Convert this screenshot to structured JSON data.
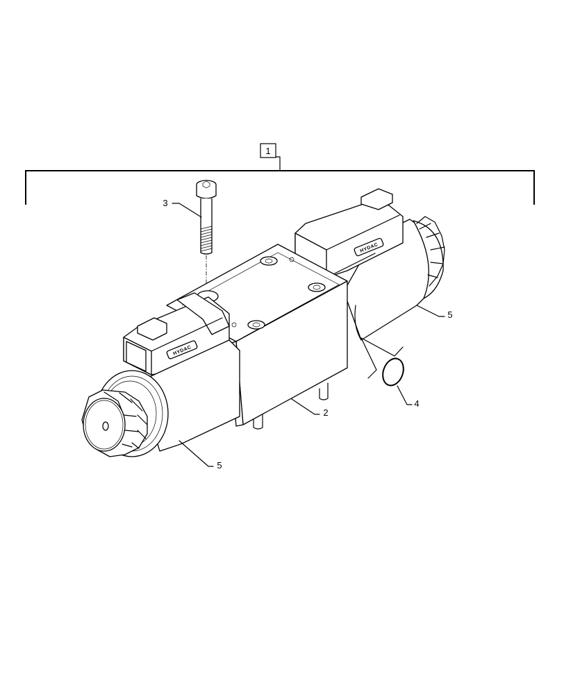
{
  "diagram": {
    "type": "exploded-parts-diagram",
    "subject": "solenoid directional valve assembly",
    "assembly_callout": {
      "label": "1",
      "boxed": true
    },
    "callouts": [
      {
        "id": "c2",
        "label": "2",
        "part": "valve body"
      },
      {
        "id": "c3",
        "label": "3",
        "part": "socket head cap screw"
      },
      {
        "id": "c4",
        "label": "4",
        "part": "o-ring"
      },
      {
        "id": "c5a",
        "label": "5",
        "part": "solenoid coil (right)"
      },
      {
        "id": "c5b",
        "label": "5",
        "part": "solenoid coil (left)"
      }
    ],
    "brand_marks": [
      "HYDAC",
      "HYDAC"
    ],
    "line_color": "#000000",
    "background": "#ffffff"
  }
}
